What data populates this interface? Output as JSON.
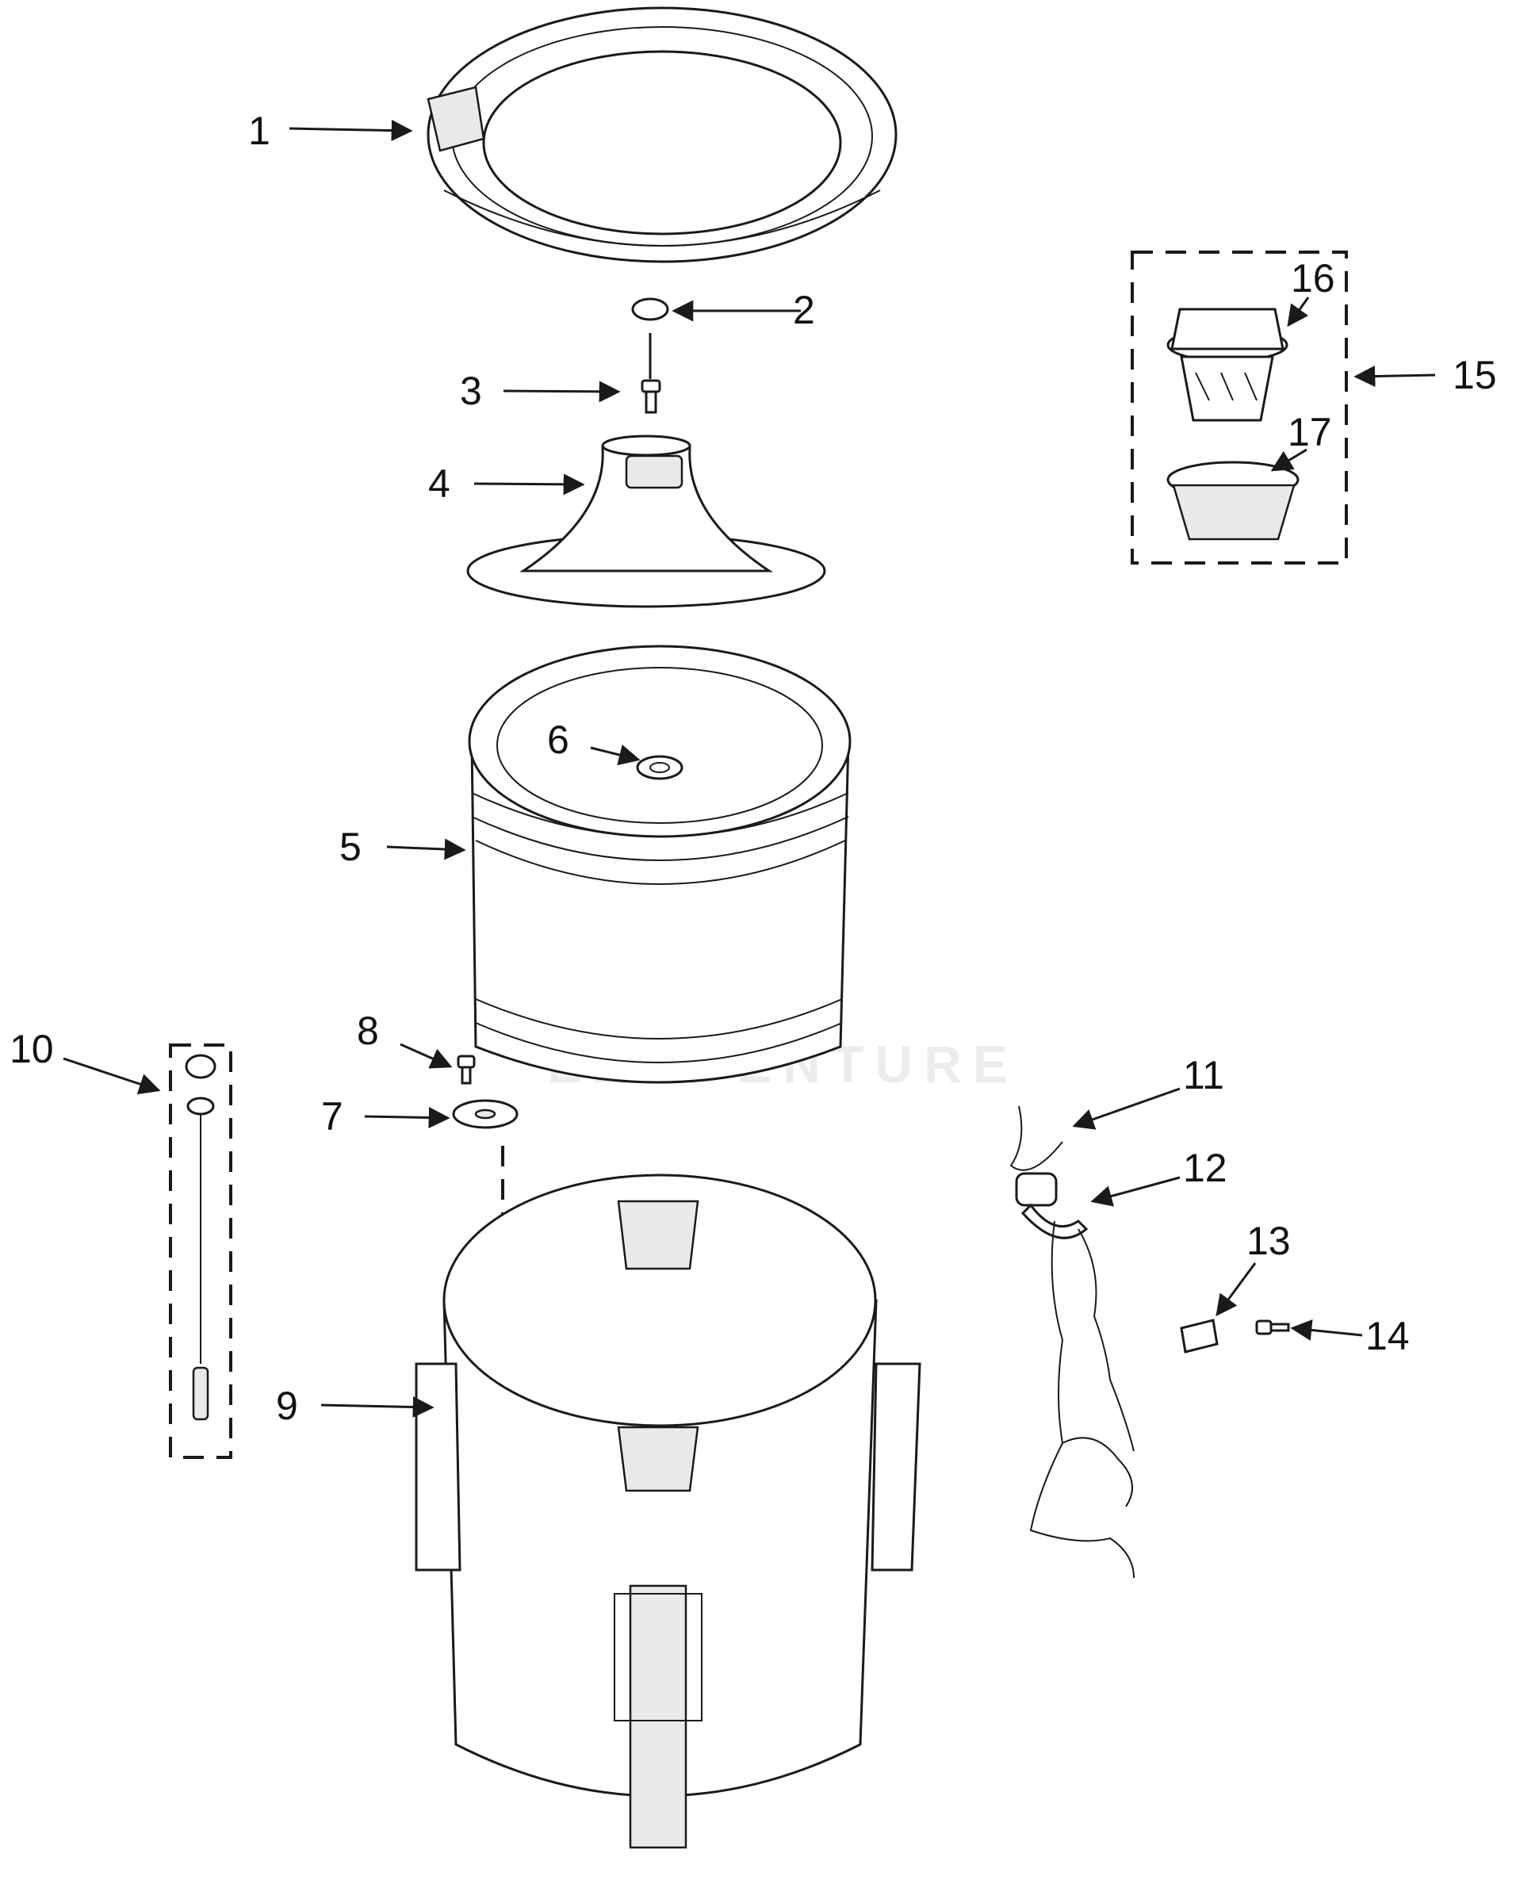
{
  "callouts": [
    "1",
    "2",
    "3",
    "4",
    "5",
    "6",
    "7",
    "8",
    "9",
    "10",
    "11",
    "12",
    "13",
    "14",
    "15",
    "16",
    "17"
  ],
  "watermark": "EADVENTURE"
}
